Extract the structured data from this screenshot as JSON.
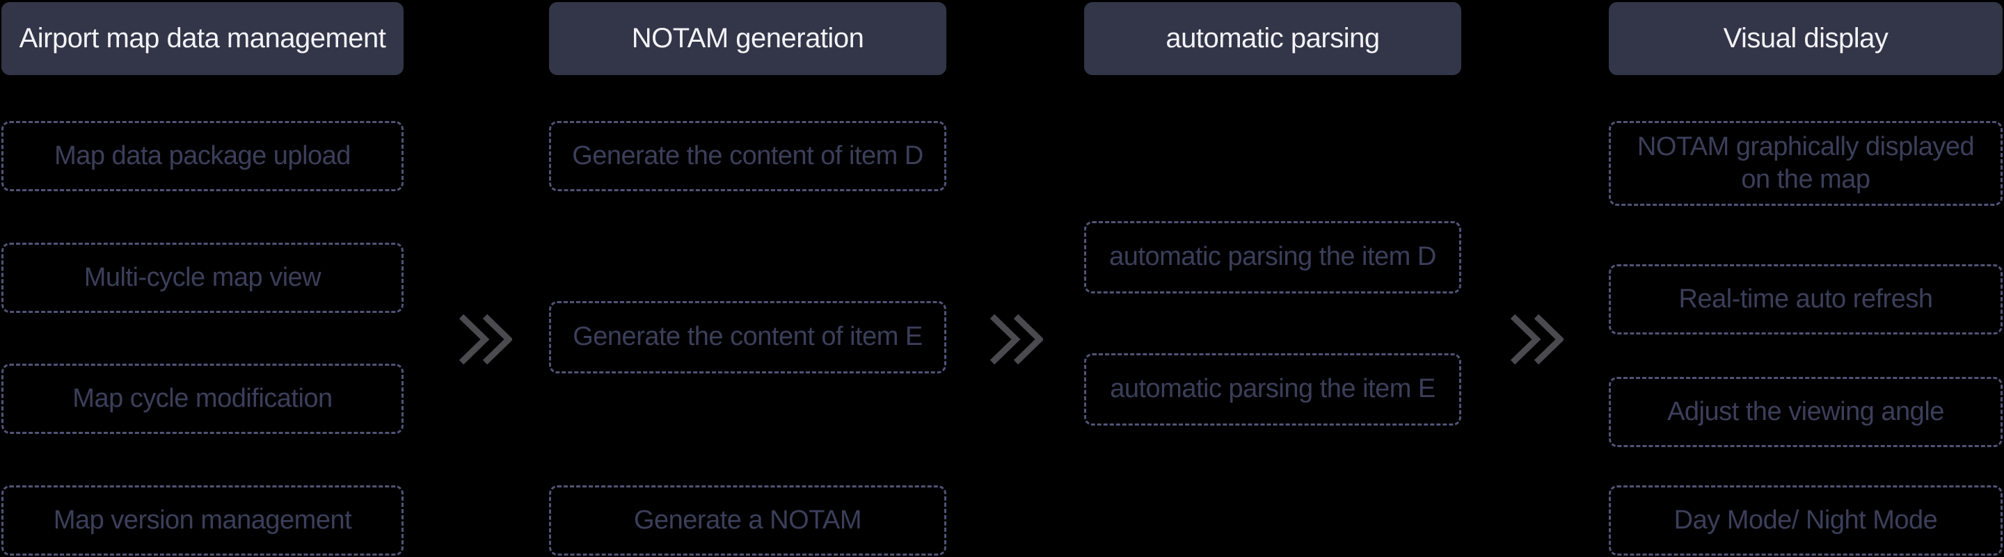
{
  "diagram": {
    "background_color": "#000000",
    "header_bg_color": "#333548",
    "header_text_color": "#f2f3f7",
    "step_border_color": "#515476",
    "step_text_color": "#3c3f5a",
    "arrow_color": "#4a4a4f"
  },
  "columns": [
    {
      "header": "Airport map data management",
      "items": [
        "Map data package upload",
        "Multi-cycle map view",
        "Map cycle modification",
        "Map version management"
      ]
    },
    {
      "header": "NOTAM generation",
      "items": [
        "Generate the content of item D",
        "Generate the content of item E",
        "Generate a NOTAM"
      ]
    },
    {
      "header": "automatic parsing",
      "items": [
        "automatic parsing the item D",
        "automatic parsing the item E"
      ]
    },
    {
      "header": "Visual display",
      "items": [
        "NOTAM graphically displayed\non the map",
        "Real-time auto refresh",
        "Adjust the viewing angle",
        "Day Mode/ Night Mode"
      ]
    }
  ],
  "arrows": [
    {
      "icon": "double-chevron-right"
    },
    {
      "icon": "double-chevron-right"
    },
    {
      "icon": "double-chevron-right"
    }
  ]
}
